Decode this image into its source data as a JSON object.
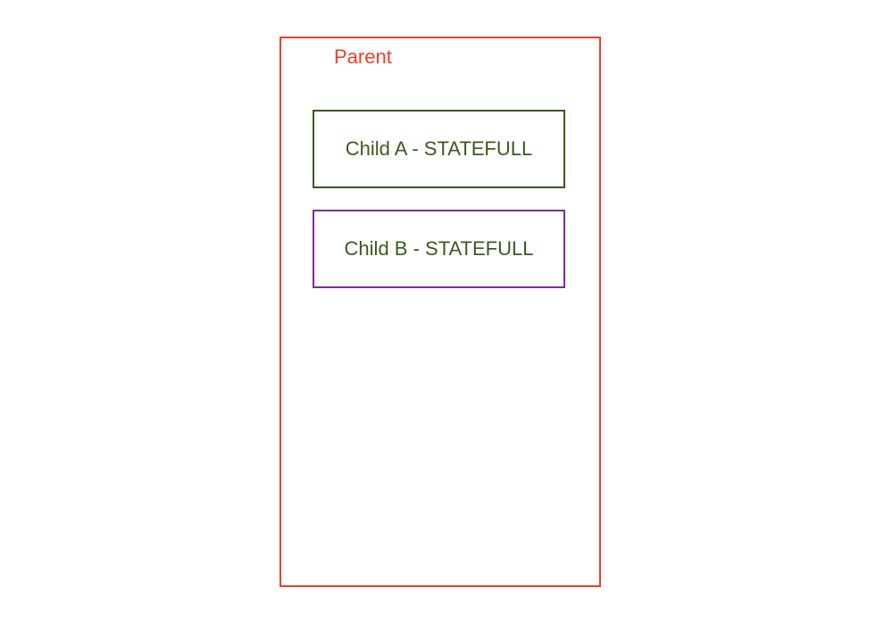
{
  "diagram": {
    "parent": {
      "label": "Parent",
      "border_color": "#e8402a"
    },
    "children": [
      {
        "label": "Child A - STATEFULL",
        "border_color": "#3b5a1e",
        "text_color": "#3b5a1e"
      },
      {
        "label": "Child B - STATEFULL",
        "border_color": "#7b2a9e",
        "text_color": "#3b5a1e"
      }
    ]
  }
}
